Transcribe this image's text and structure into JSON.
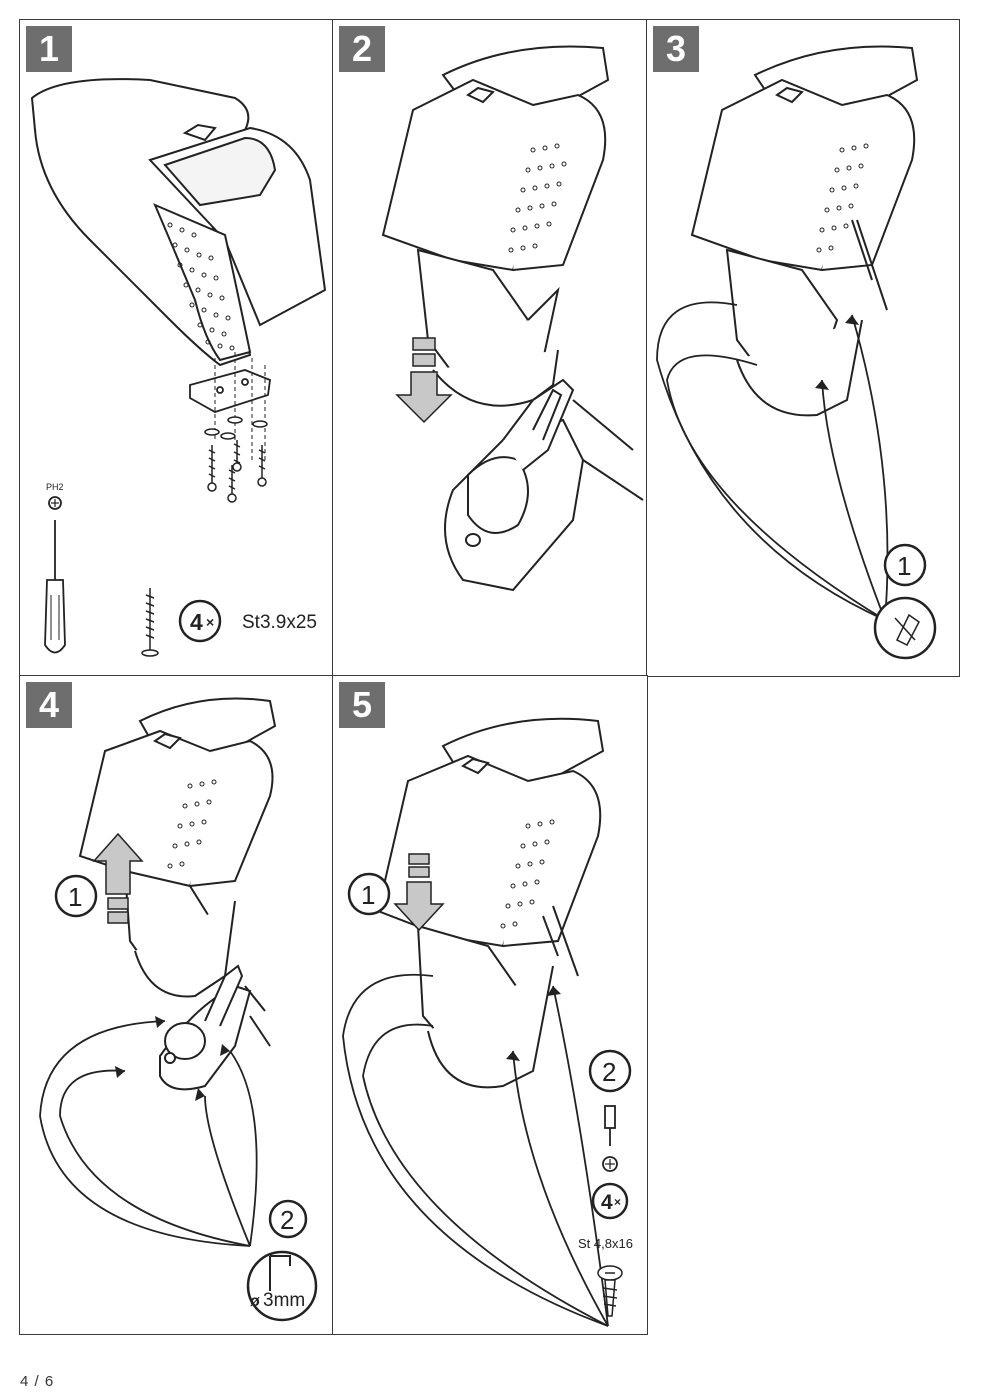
{
  "steps": [
    {
      "number": "1"
    },
    {
      "number": "2"
    },
    {
      "number": "3"
    },
    {
      "number": "4"
    },
    {
      "number": "5"
    }
  ],
  "step1": {
    "tool_label": "PH2",
    "screw_count": "4",
    "times_sign": "×",
    "screw_spec": "St3.9x25"
  },
  "step3": {
    "callout_number": "1"
  },
  "step4": {
    "callout_1": "1",
    "callout_2": "2",
    "drill_symbol": "ø",
    "drill_size": "3mm"
  },
  "step5": {
    "callout_1": "1",
    "callout_2": "2",
    "screw_count": "4",
    "times_sign": "×",
    "screw_spec": "St 4,8x16"
  },
  "page_number": "4 / 6",
  "colors": {
    "badge": "#6e6e6e",
    "line": "#222222",
    "arrow_fill": "#c8c8c8"
  }
}
